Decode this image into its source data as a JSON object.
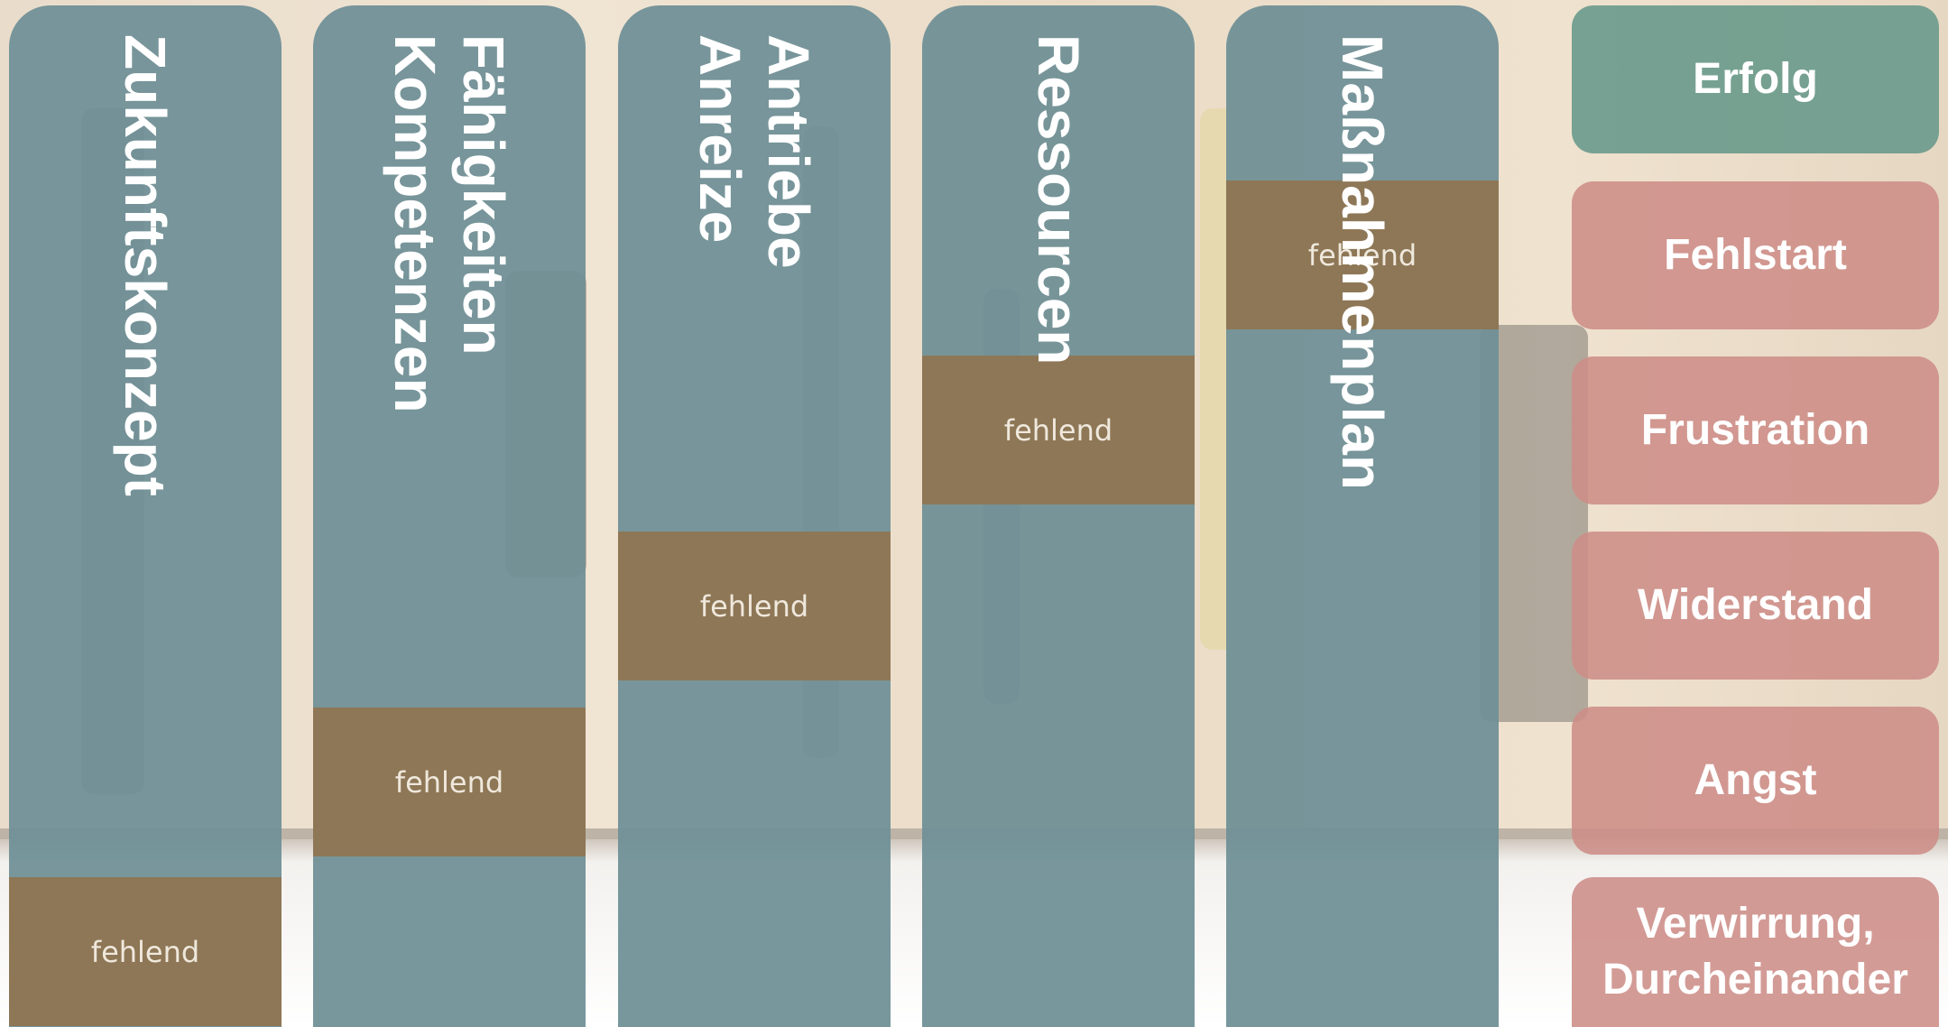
{
  "columns": [
    {
      "title_lines": [
        "Zukunftskonzept"
      ],
      "gap_label": "fehlend"
    },
    {
      "title_lines": [
        "Fähigkeiten",
        "Kompetenzen"
      ],
      "gap_label": "fehlend"
    },
    {
      "title_lines": [
        "Antriebe",
        "Anreize"
      ],
      "gap_label": "fehlend"
    },
    {
      "title_lines": [
        "Ressourcen"
      ],
      "gap_label": "fehlend"
    },
    {
      "title_lines": [
        "Maßnahmenplan"
      ],
      "gap_label": "fehlend"
    }
  ],
  "outcomes": [
    {
      "label": "Erfolg",
      "kind": "success"
    },
    {
      "label": "Fehlstart",
      "kind": "problem"
    },
    {
      "label": "Frustration",
      "kind": "problem"
    },
    {
      "label": "Widerstand",
      "kind": "problem"
    },
    {
      "label": "Angst",
      "kind": "problem"
    },
    {
      "label": "Verwirrung, Durcheinander",
      "kind": "problem"
    }
  ],
  "colors": {
    "column": "#6e8f96",
    "missing": "#8f7655",
    "success": "#709d8e",
    "problem": "#cd8d88"
  }
}
